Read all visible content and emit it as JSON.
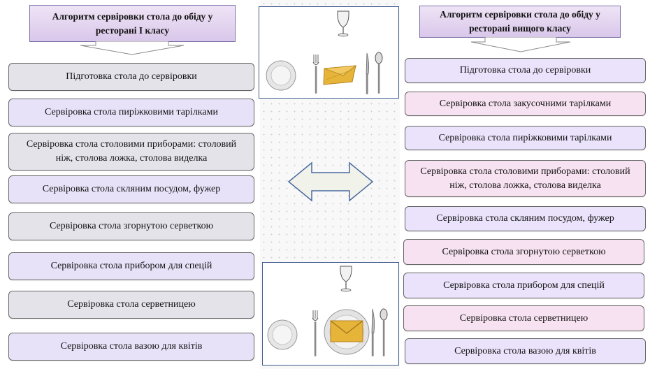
{
  "left": {
    "title": "Алгоритм сервіровки стола до обіду у ресторані  І класу",
    "steps": [
      "Підготовка стола до сервіровки",
      "Сервіровка стола пиріжковими тарілками",
      "Сервіровка стола столовими приборами: столовий ніж, столова ложка, столова виделка",
      "Сервіровка стола скляним посудом, фужер",
      "Сервіровка стола згорнутою серветкою",
      "Сервіровка стола прибором для спецій",
      "Сервіровка стола серветницею",
      "Сервіровка стола вазою для квітів"
    ]
  },
  "right": {
    "title": "Алгоритм сервіровки стола до обіду у ресторані  вищого класу",
    "steps": [
      "Підготовка стола до сервіровки",
      "Сервіровка стола закусочними тарілками",
      "Сервіровка стола пиріжковими тарілками",
      "Сервіровка стола столовими приборами: столовий ніж, столова ложка, столова виделка",
      "Сервіровка стола скляним посудом, фужер",
      "Сервіровка стола згорнутою серветкою",
      "Сервіровка стола прибором для спецій",
      "Сервіровка стола серветницею",
      "Сервіровка стола вазою для квітів"
    ]
  },
  "colors": {
    "header_border": "#7a6fa8",
    "frame_border": "#3f5b8e",
    "napkin": "#e7b43a"
  }
}
